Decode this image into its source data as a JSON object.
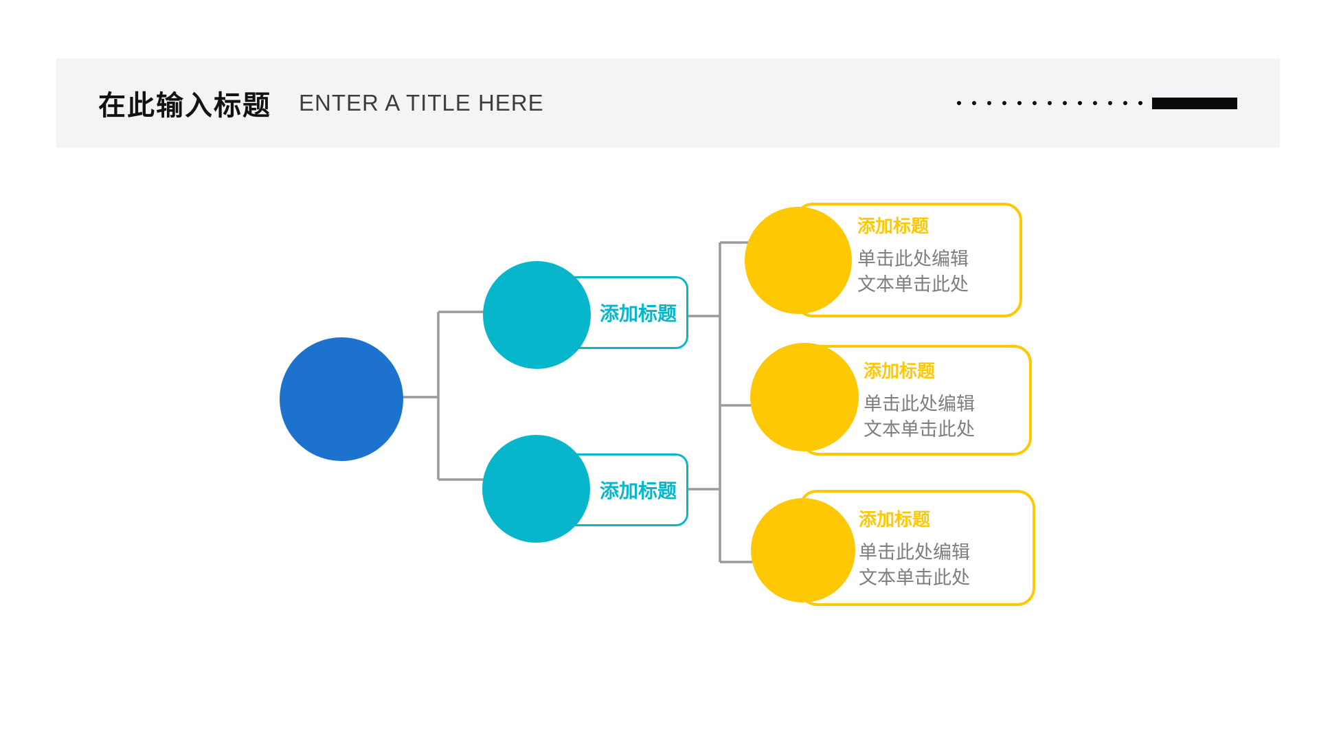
{
  "slide": {
    "header": {
      "title_zh": "在此输入标题",
      "title_en": "ENTER A TITLE HERE",
      "dot_count": 13
    },
    "colors": {
      "header_bg": "#f3f4f6",
      "root_blue": "#1d72ce",
      "branch_teal": "#07b6cb",
      "leaf_yellow": "#fec804",
      "connector_gray": "#9a9a9a",
      "body_text_gray": "#7e7e7e",
      "decor_black": "#0a0a0a"
    },
    "diagram": {
      "branch_nodes": [
        {
          "label": "添加标题"
        },
        {
          "label": "添加标题"
        }
      ],
      "leaf_nodes": [
        {
          "title": "添加标题",
          "body1": "单击此处编辑",
          "body2": "文本单击此处"
        },
        {
          "title": "添加标题",
          "body1": "单击此处编辑",
          "body2": "文本单击此处"
        },
        {
          "title": "添加标题",
          "body1": "单击此处编辑",
          "body2": "文本单击此处"
        }
      ]
    }
  }
}
